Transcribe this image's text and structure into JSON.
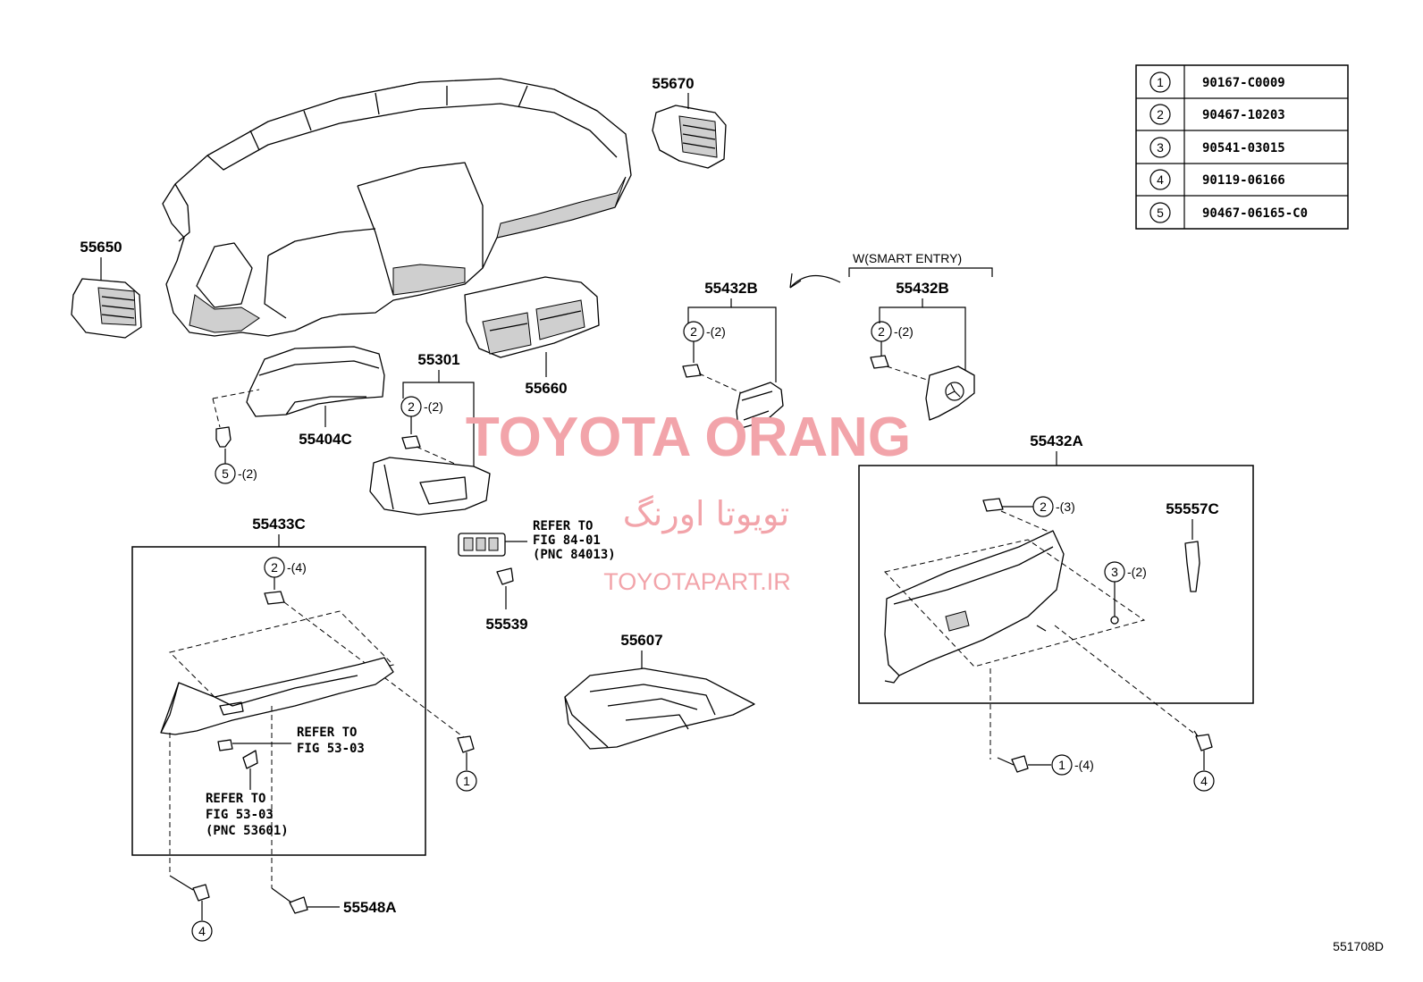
{
  "watermark": {
    "title": "TOYOTA ORANG",
    "persian": "تویوتا اورنگ",
    "site": "TOYOTAPART.IR"
  },
  "legend": {
    "rows": [
      {
        "num": "1",
        "part": "90167-C0009"
      },
      {
        "num": "2",
        "part": "90467-10203"
      },
      {
        "num": "3",
        "part": "90541-03015"
      },
      {
        "num": "4",
        "part": "90119-06166"
      },
      {
        "num": "5",
        "part": "90467-06165-C0"
      }
    ]
  },
  "parts": {
    "p55670": "55670",
    "p55650": "55650",
    "p55660": "55660",
    "p55301": "55301",
    "p55404c": "55404C",
    "p55432b_left": "55432B",
    "p55432b_right": "55432B",
    "p55432a": "55432A",
    "p55557c": "55557C",
    "p55433c": "55433C",
    "p55539": "55539",
    "p55607": "55607",
    "p55548a": "55548A"
  },
  "smart_entry": "W(SMART ENTRY)",
  "qty": {
    "q2_2": "-(2)",
    "q2_3": "-(3)",
    "q2_4": "-(4)",
    "q3_2": "-(2)",
    "q5_2": "-(2)",
    "q1_4": "-(4)"
  },
  "refs": {
    "ref84": [
      "REFER TO",
      "FIG 84-01",
      "(PNC 84013)"
    ],
    "ref53a": [
      "REFER TO",
      "FIG 53-03"
    ],
    "ref53b": [
      "REFER TO",
      "FIG 53-03",
      "(PNC 53601)"
    ]
  },
  "diagram_code": "551708D"
}
